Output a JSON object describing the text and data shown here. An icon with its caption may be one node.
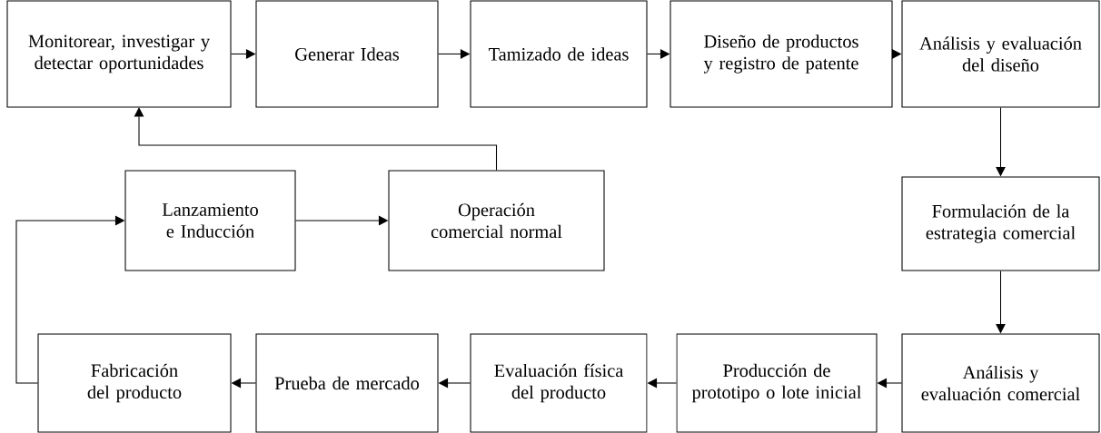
{
  "diagram": {
    "nodes": [
      {
        "text": [
          "Monitorear, investigar y detectar oportunidades"
        ]
      },
      {
        "text": [
          "Generar Ideas"
        ]
      },
      {
        "text": [
          "Tamizado de ideas"
        ]
      },
      {
        "text": [
          "Diseño de productos y registro de patente"
        ]
      },
      {
        "text": [
          "Análisis y evaluación del diseño"
        ]
      },
      {
        "text": [
          "Formulación de la estrategia comercial"
        ]
      },
      {
        "text": [
          "Análisis y evaluación comercial"
        ]
      },
      {
        "text": [
          "Producción de prototipo o lote inicial"
        ]
      },
      {
        "text": [
          "Evaluación física del producto"
        ]
      },
      {
        "text": [
          "Prueba de mercado"
        ]
      },
      {
        "text": [
          "Fabricación del producto"
        ]
      },
      {
        "text": [
          "Lanzamiento e Inducción"
        ]
      },
      {
        "text": [
          "Operación comercial normal"
        ]
      }
    ],
    "edges": [
      {
        "from": 0,
        "to": 1,
        "arrow": "to"
      },
      {
        "from": 1,
        "to": 2,
        "arrow": "to"
      },
      {
        "from": 2,
        "to": 3,
        "arrow": "to"
      },
      {
        "from": 3,
        "to": 4,
        "arrow": "to"
      },
      {
        "from": 4,
        "to": 5,
        "arrow": "to"
      },
      {
        "from": 5,
        "to": 6,
        "arrow": "to"
      },
      {
        "from": 6,
        "to": 7,
        "arrow": "to"
      },
      {
        "from": 7,
        "to": 8,
        "arrow": "to"
      },
      {
        "from": 8,
        "to": 9,
        "arrow": "to"
      },
      {
        "from": 9,
        "to": 10,
        "arrow": "to"
      },
      {
        "from": 10,
        "to": 11,
        "arrow": "to"
      },
      {
        "from": 11,
        "to": 12,
        "arrow": "to"
      },
      {
        "from": 12,
        "to": 0,
        "arrow": "to"
      }
    ]
  }
}
